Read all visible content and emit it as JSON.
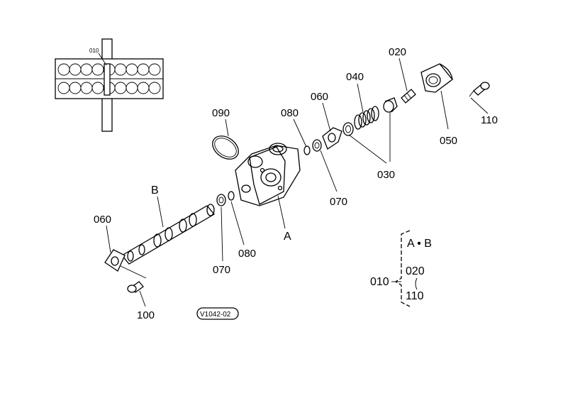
{
  "labels": {
    "p010_small": "010",
    "p090": "090",
    "p080_top": "080",
    "p060_top": "060",
    "p040": "040",
    "p020": "020",
    "p110_top": "110",
    "p050": "050",
    "p030": "030",
    "p070_top": "070",
    "letter_b": "B",
    "letter_a": "A",
    "p060_left": "060",
    "p070_bottom": "070",
    "p080_bottom": "080",
    "p100": "100",
    "ref_code": "V1042-02"
  },
  "legend": {
    "ab": "A • B",
    "p010": "010",
    "p020": "020",
    "p110": "110"
  }
}
